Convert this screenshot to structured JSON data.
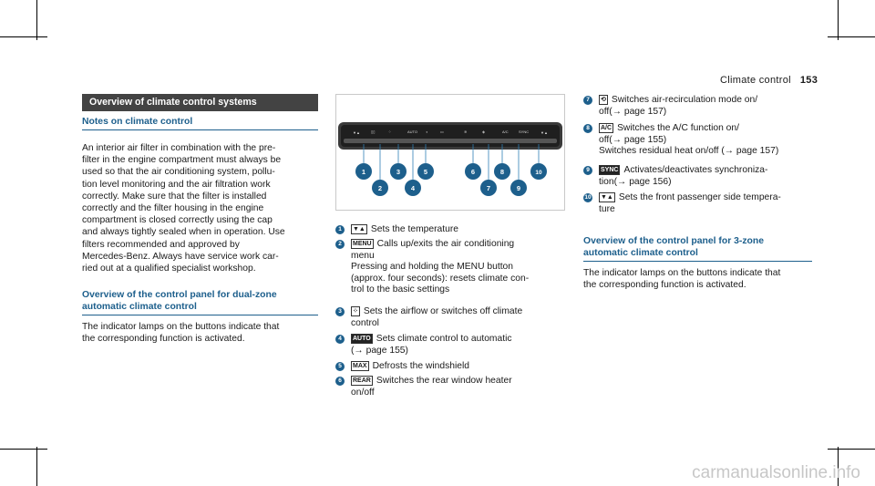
{
  "header": {
    "section": "Climate control",
    "page_number": "153"
  },
  "left": {
    "banner": "Overview of climate control systems",
    "notes_title": "Notes on climate control",
    "notes_lines": [
      "An interior air filter in combination with the pre-",
      "filter in the engine compartment must always be",
      "used so that the air conditioning system, pollu-",
      "tion level monitoring and the air filtration work",
      "correctly. Make sure that the filter is installed",
      "correctly and the filter housing in the engine",
      "compartment is closed correctly using the cap",
      "and always tightly sealed when in operation. Use",
      "filters recommended and approved by",
      "Mercedes-Benz. Always have service work car-",
      "ried out at a qualified specialist workshop."
    ],
    "dual_title_lines": [
      "Overview of the control panel for dual-zone",
      "automatic climate control"
    ],
    "dual_lines": [
      "The indicator lamps on the buttons indicate that",
      "the corresponding function is activated."
    ]
  },
  "figure": {
    "panel_labels": [
      "AUTO",
      "SYNC",
      "A/C"
    ],
    "callouts": [
      "1",
      "2",
      "3",
      "4",
      "5",
      "6",
      "7",
      "8",
      "9",
      "10"
    ]
  },
  "items": [
    {
      "num": "1",
      "icon": "▼▲",
      "lines": [
        "Sets the temperature"
      ]
    },
    {
      "num": "2",
      "icon": "MENU",
      "lines": [
        "Calls up/exits the air conditioning",
        "menu",
        "Pressing and holding the MENU button",
        "(approx. four seconds): resets climate con-",
        "trol to the basic settings"
      ]
    },
    {
      "num": "3",
      "icon": "⁘",
      "lines": [
        "Sets the airflow or switches off climate",
        "control"
      ]
    },
    {
      "num": "4",
      "icon": "AUTO",
      "lines": [
        "Sets climate control to automatic",
        "(→ page 155)"
      ]
    },
    {
      "num": "5",
      "icon": "MAX",
      "lines": [
        "Defrosts the windshield"
      ]
    },
    {
      "num": "6",
      "icon": "REAR",
      "lines": [
        "Switches the rear window heater",
        "on/off"
      ]
    },
    {
      "num": "7",
      "icon": "⟲",
      "lines": [
        "Switches air-recirculation mode on/",
        "off(→ page 157)"
      ]
    },
    {
      "num": "8",
      "icon": "A/C",
      "lines": [
        "Switches the A/C function on/",
        "off(→ page 155)",
        "Switches residual heat on/off (→ page 157)"
      ]
    },
    {
      "num": "9",
      "icon": "SYNC",
      "lines": [
        "Activates/deactivates synchroniza-",
        "tion(→ page 156)"
      ]
    },
    {
      "num": "10",
      "icon": "▼▲",
      "lines": [
        "Sets the front passenger side tempera-",
        "ture"
      ]
    }
  ],
  "right": {
    "three_zone_title_lines": [
      "Overview of the control panel for 3-zone",
      "automatic climate control"
    ],
    "three_zone_lines": [
      "The indicator lamps on the buttons indicate that",
      "the corresponding function is activated."
    ]
  },
  "watermark": "carmanualsonline.info"
}
